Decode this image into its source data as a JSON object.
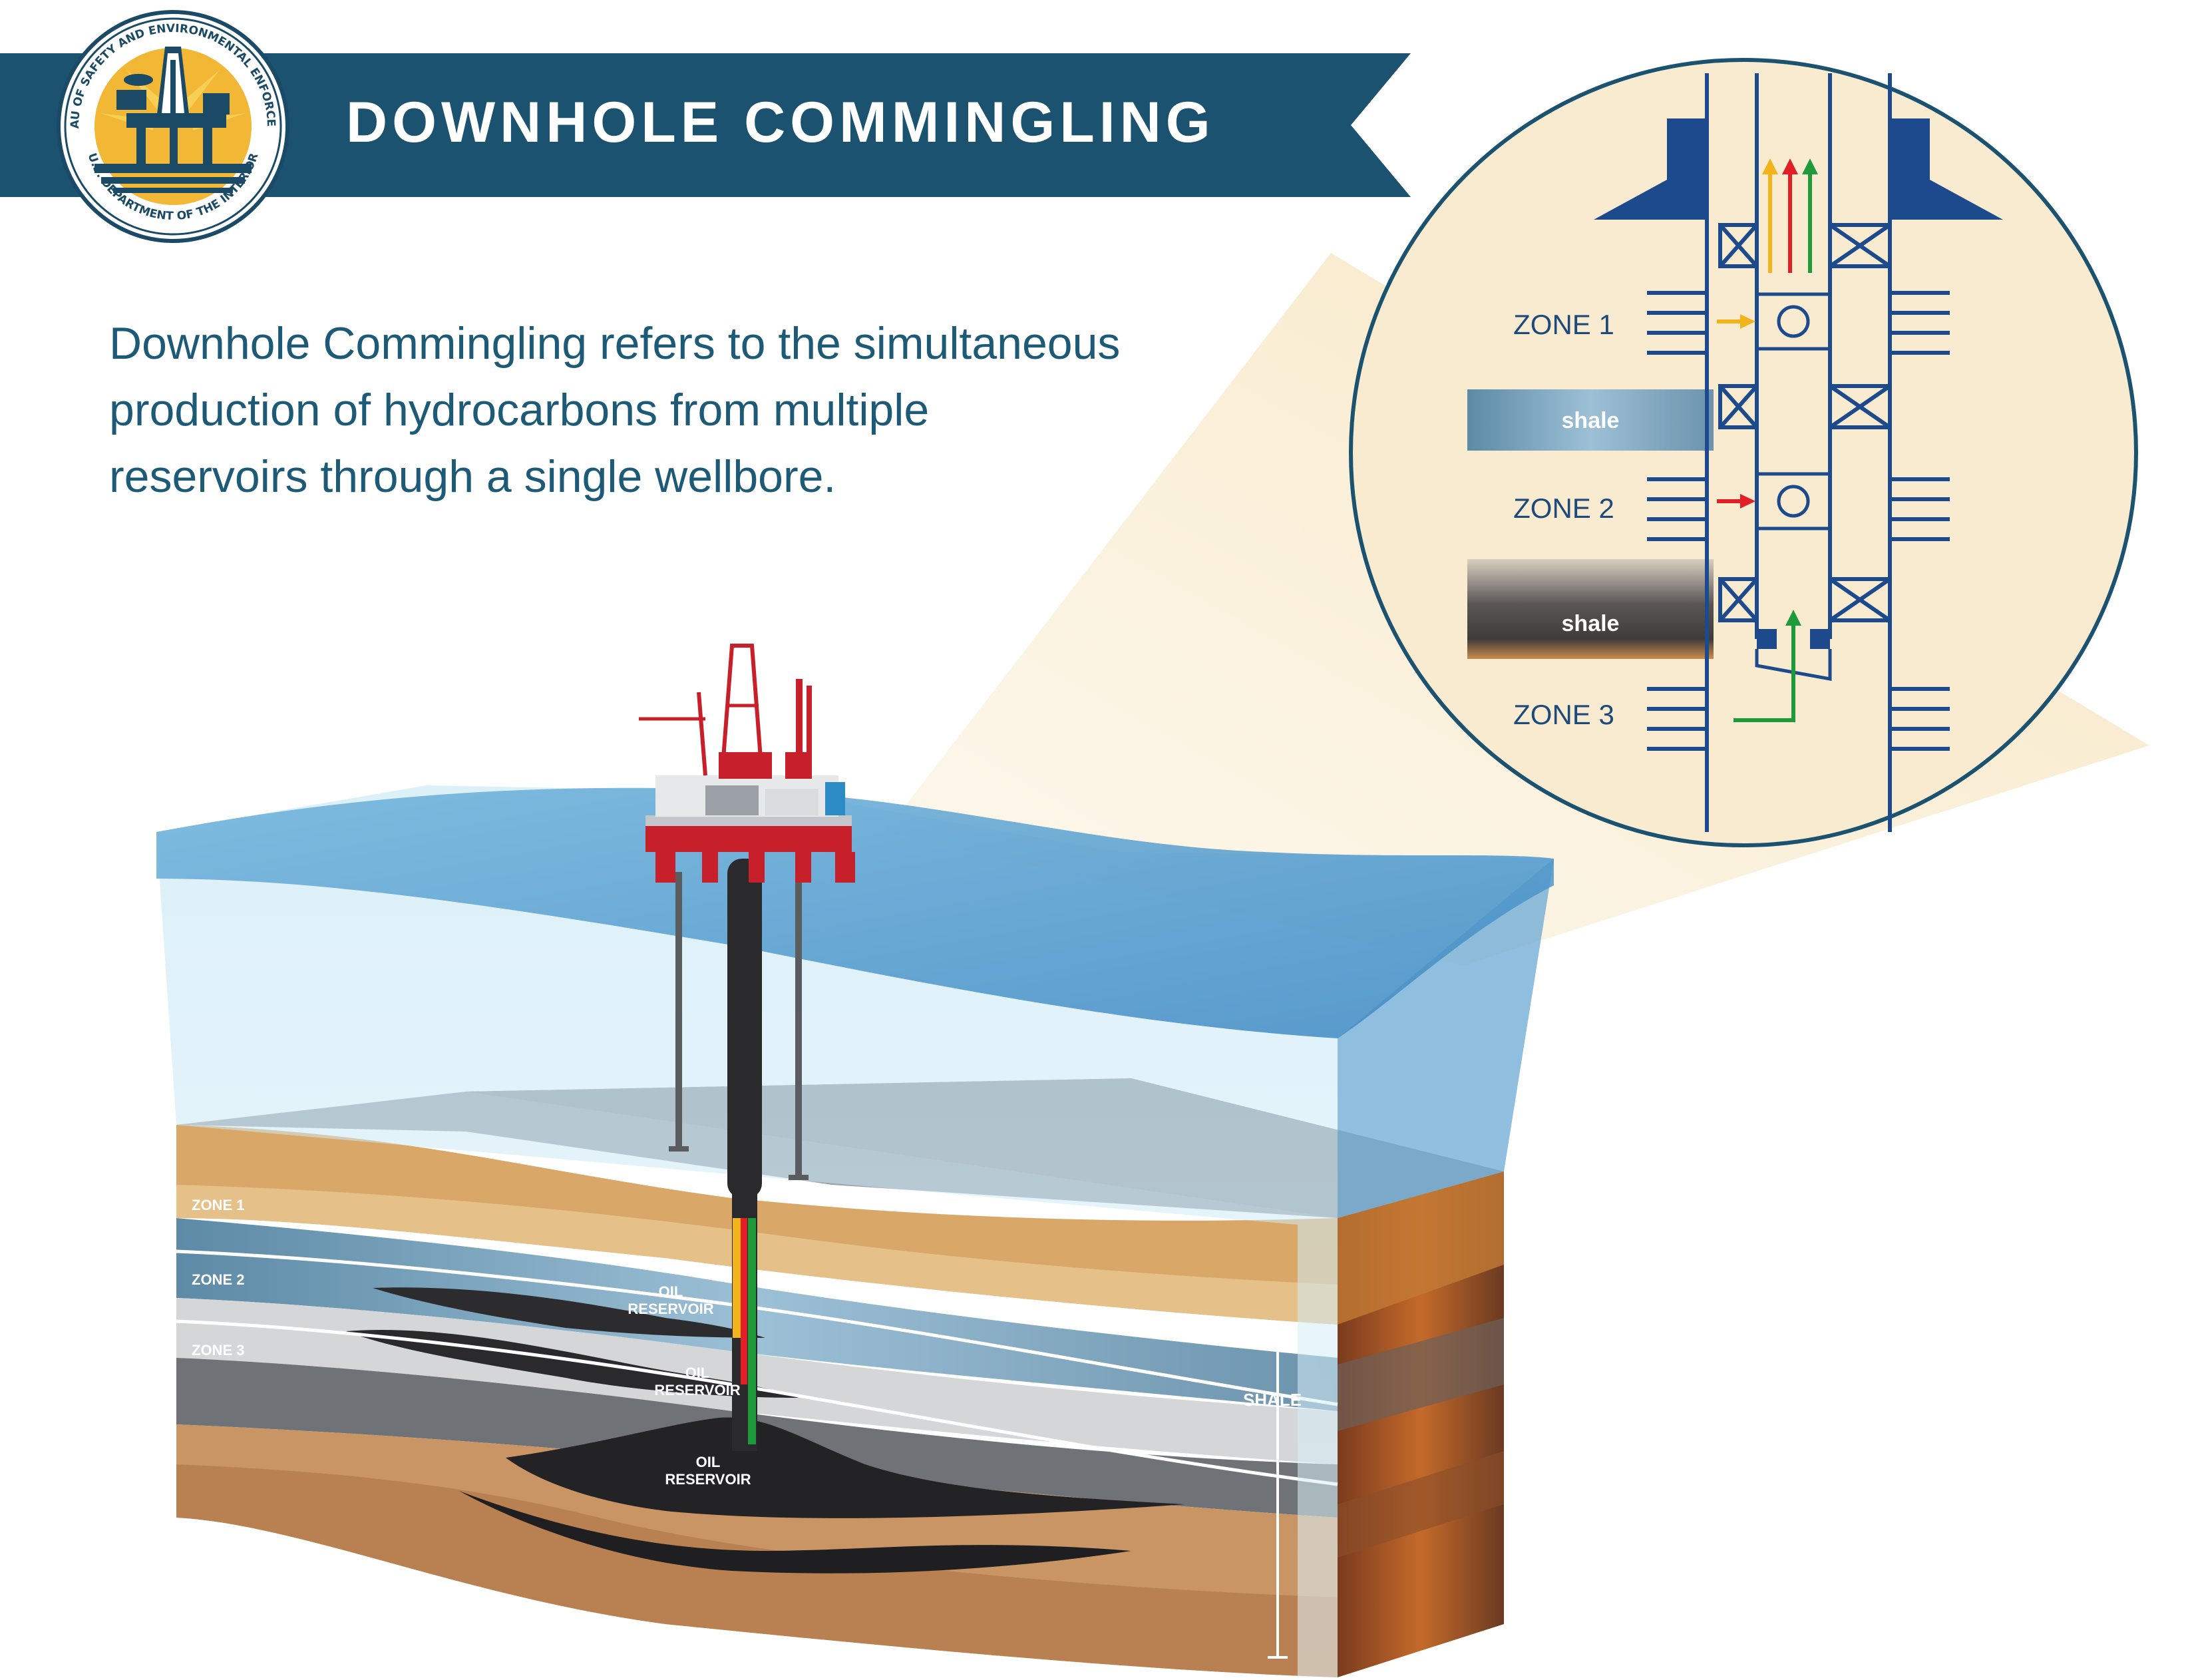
{
  "header": {
    "title": "DOWNHOLE COMMINGLING",
    "seal_top_text": "BUREAU OF SAFETY AND ENVIRONMENTAL ENFORCEMENT",
    "seal_bottom_text": "U.S. DEPARTMENT OF THE INTERIOR"
  },
  "intro": {
    "line1": "Downhole Commingling refers to the simultaneous",
    "line2": "production of hydrocarbons from multiple",
    "line3": "reservoirs through a single wellbore."
  },
  "cross_section": {
    "zone1": "ZONE 1",
    "zone2": "ZONE 2",
    "zone3": "ZONE 3",
    "reservoir_line1": "OIL",
    "reservoir_line2": "RESERVOIR",
    "shale": "SHALE"
  },
  "detail": {
    "zone1": "ZONE 1",
    "zone2": "ZONE 2",
    "zone3": "ZONE 3",
    "shale": "shale"
  },
  "colors": {
    "banner": "#1b5270",
    "zone1_flow": "#f2b41c",
    "zone2_flow": "#e21f26",
    "zone3_flow": "#1f9a3a",
    "detail_line": "#1d4a8c",
    "detail_fill": "#f8ebcf"
  }
}
